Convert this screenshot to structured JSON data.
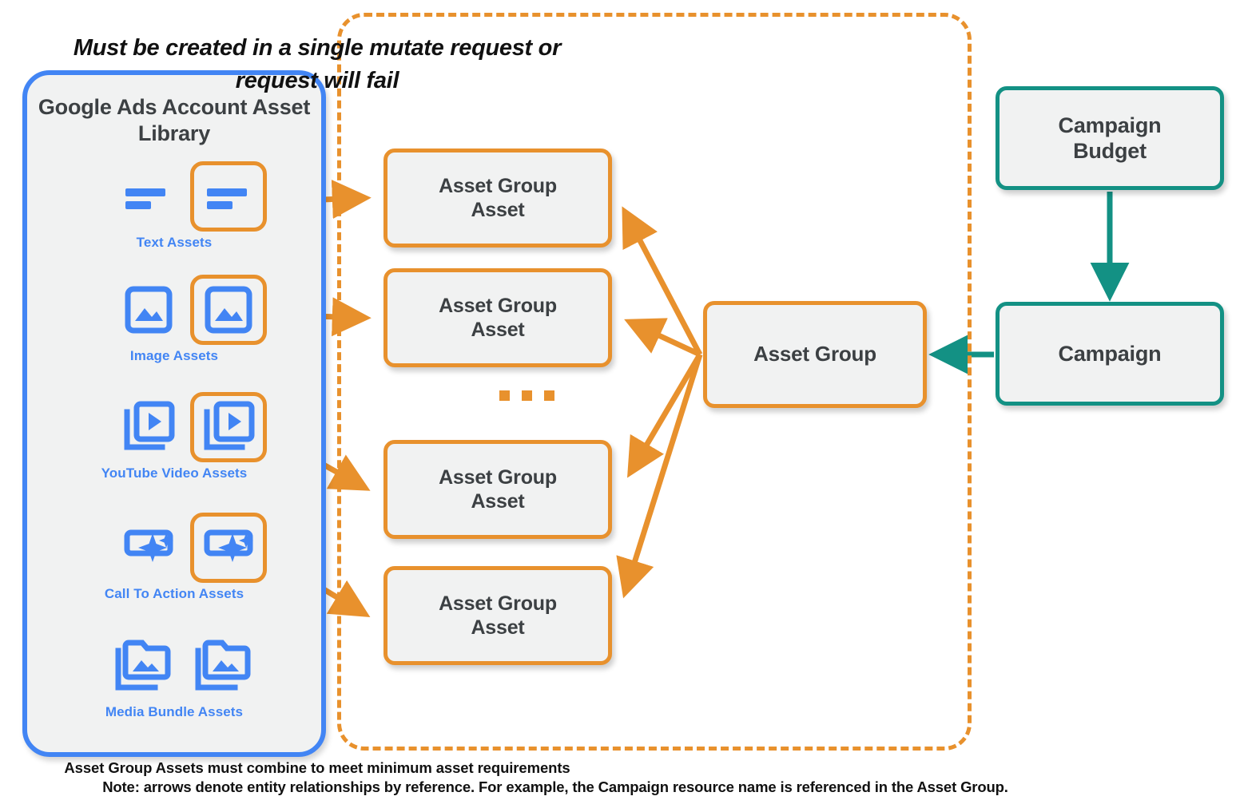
{
  "sidebar": {
    "title_line1": "Google Ads Account",
    "title_line2": "Asset Library",
    "border_color": "#4285F4",
    "fill_color": "#f1f2f2",
    "label_color": "#4285F4",
    "items": [
      {
        "label": "Text Assets",
        "icon": "text-asset-icon",
        "boxed": true,
        "count": 2
      },
      {
        "label": "Image Assets",
        "icon": "image-asset-icon",
        "boxed": true,
        "count": 2
      },
      {
        "label": "YouTube Video  Assets",
        "icon": "youtube-video-asset-icon",
        "boxed": true,
        "count": 2
      },
      {
        "label": "Call To Action Assets",
        "icon": "call-to-action-asset-icon",
        "boxed": true,
        "count": 2
      },
      {
        "label": "Media Bundle  Assets",
        "icon": "media-bundle-asset-icon",
        "boxed": false,
        "count": 2
      }
    ]
  },
  "mutate_container": {
    "note_line1": "Must be created in a single mutate request",
    "note_line2": "or request will fail",
    "footer": "Asset Group Assets must combine to meet minimum asset requirements",
    "border_color": "#E8912D",
    "border_style": "dashed"
  },
  "asset_group_assets": [
    {
      "line1": "Asset Group",
      "line2": "Asset"
    },
    {
      "line1": "Asset Group",
      "line2": "Asset"
    },
    {
      "line1": "Asset Group",
      "line2": "Asset"
    },
    {
      "line1": "Asset Group",
      "line2": "Asset"
    }
  ],
  "ellipsis": "...",
  "asset_group": {
    "label": "Asset Group",
    "border_color": "#E8912D"
  },
  "campaign_budget": {
    "label_line1": "Campaign",
    "label_line2": "Budget",
    "border_color": "#139184"
  },
  "campaign": {
    "label": "Campaign",
    "border_color": "#139184"
  },
  "footer_note": "Note: arrows denote entity relationships by reference. For example, the Campaign resource name is referenced in the Asset Group.",
  "colors": {
    "orange": "#E8912D",
    "teal": "#139184",
    "blue": "#4285F4",
    "node_fill": "#f1f2f2",
    "text_dark": "#3c4043"
  }
}
